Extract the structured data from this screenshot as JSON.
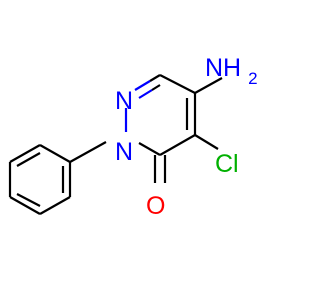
{
  "molecule": {
    "atoms": {
      "N1": "N",
      "N2": "N",
      "nh2_main": "NH",
      "nh2_sub": "2",
      "cl": "Cl",
      "o": "O"
    },
    "colors": {
      "bond": "#000000",
      "nitrogen": "#0000ff",
      "chlorine": "#00b000",
      "oxygen": "#ff0000"
    }
  }
}
